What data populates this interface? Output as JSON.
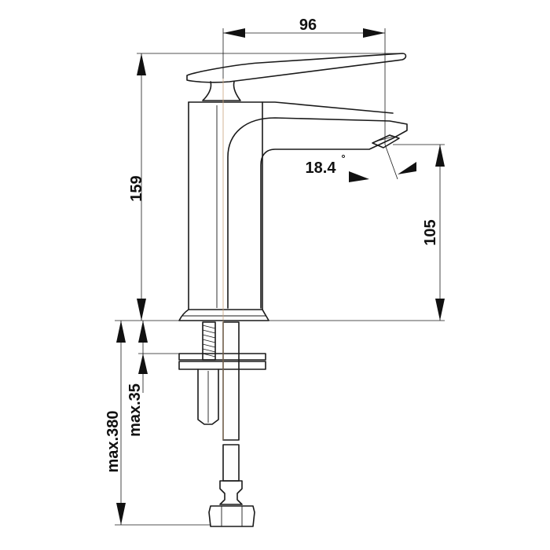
{
  "dimensions": {
    "spout_reach": "96",
    "total_height": "159",
    "spout_height": "105",
    "spout_angle": "18.4",
    "angle_unit": "°",
    "supply_hose_length": "max.380",
    "deck_thickness": "max.35"
  },
  "colors": {
    "line": "#1a1a1a",
    "centre_line": "#c9a27a",
    "text": "#111111"
  }
}
